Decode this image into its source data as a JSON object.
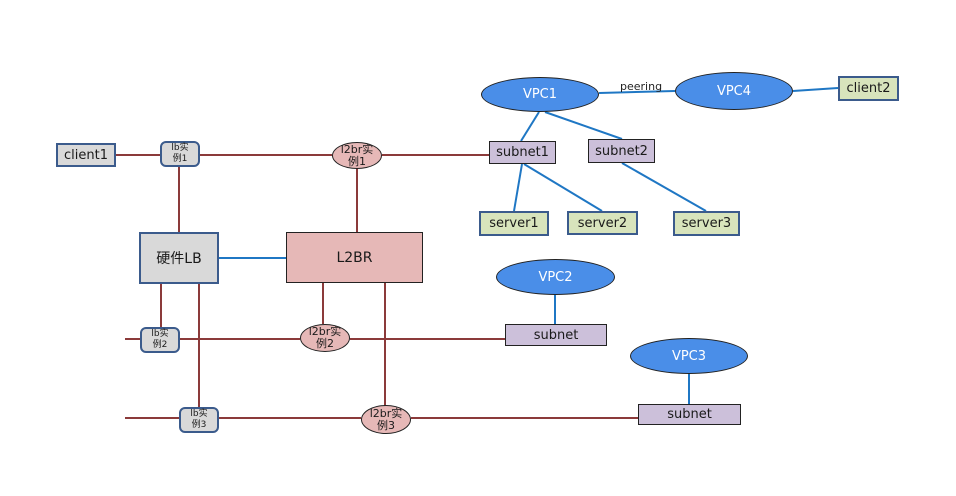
{
  "diagram": {
    "colors": {
      "l2_link": "#8b3a3a",
      "vpc_link": "#1f77c4",
      "vpc_fill": "#4a8ee8",
      "subnet_fill": "#ccc0da",
      "server_fill": "#d8e4bc",
      "client_fill": "#d9d9d9",
      "l2br_fill": "#e6b8b7",
      "node_border": "#3b5b8c"
    },
    "nodes": {
      "client1": "client1",
      "client2": "client2",
      "lb1": [
        "lb实",
        "例1"
      ],
      "lb2": [
        "lb实",
        "例2"
      ],
      "lb3": [
        "lb实",
        "例3"
      ],
      "l2br1": [
        "l2br实",
        "例1"
      ],
      "l2br2": [
        "l2br实",
        "例2"
      ],
      "l2br3": [
        "l2br实",
        "例3"
      ],
      "hwlb": "硬件LB",
      "l2br": "L2BR",
      "vpc1": "VPC1",
      "vpc2": "VPC2",
      "vpc3": "VPC3",
      "vpc4": "VPC4",
      "subnet1": "subnet1",
      "subnet2": "subnet2",
      "vpc2_subnet": "subnet",
      "vpc3_subnet": "subnet",
      "server1": "server1",
      "server2": "server2",
      "server3": "server3"
    },
    "edge_labels": {
      "peering": "peering"
    },
    "edges": [
      {
        "from": "client1",
        "to": "lb1",
        "type": "l2"
      },
      {
        "from": "lb1",
        "to": "l2br1",
        "type": "l2"
      },
      {
        "from": "l2br1",
        "to": "subnet1",
        "type": "l2"
      },
      {
        "from": "lb1",
        "to": "hwlb",
        "type": "l2"
      },
      {
        "from": "l2br1",
        "to": "l2br",
        "type": "l2"
      },
      {
        "from": "hwlb",
        "to": "l2br",
        "type": "vpc"
      },
      {
        "from": "hwlb",
        "to": "lb2",
        "type": "l2"
      },
      {
        "from": "hwlb",
        "to": "lb3",
        "type": "l2"
      },
      {
        "from": "lb2",
        "to": "l2br2",
        "type": "l2"
      },
      {
        "from": "l2br2",
        "to": "vpc2_subnet",
        "type": "l2"
      },
      {
        "from": "l2br",
        "to": "l2br2",
        "type": "l2"
      },
      {
        "from": "l2br",
        "to": "l2br3",
        "type": "l2"
      },
      {
        "from": "lb3",
        "to": "l2br3",
        "type": "l2"
      },
      {
        "from": "l2br3",
        "to": "vpc3_subnet",
        "type": "l2"
      },
      {
        "from": "vpc1",
        "to": "vpc4",
        "type": "vpc",
        "label": "peering"
      },
      {
        "from": "vpc4",
        "to": "client2",
        "type": "vpc"
      },
      {
        "from": "vpc1",
        "to": "subnet1",
        "type": "vpc"
      },
      {
        "from": "vpc1",
        "to": "subnet2",
        "type": "vpc"
      },
      {
        "from": "subnet1",
        "to": "server1",
        "type": "vpc"
      },
      {
        "from": "subnet1",
        "to": "server2",
        "type": "vpc"
      },
      {
        "from": "subnet2",
        "to": "server3",
        "type": "vpc"
      },
      {
        "from": "vpc2",
        "to": "vpc2_subnet",
        "type": "vpc"
      },
      {
        "from": "vpc3",
        "to": "vpc3_subnet",
        "type": "vpc"
      }
    ]
  }
}
